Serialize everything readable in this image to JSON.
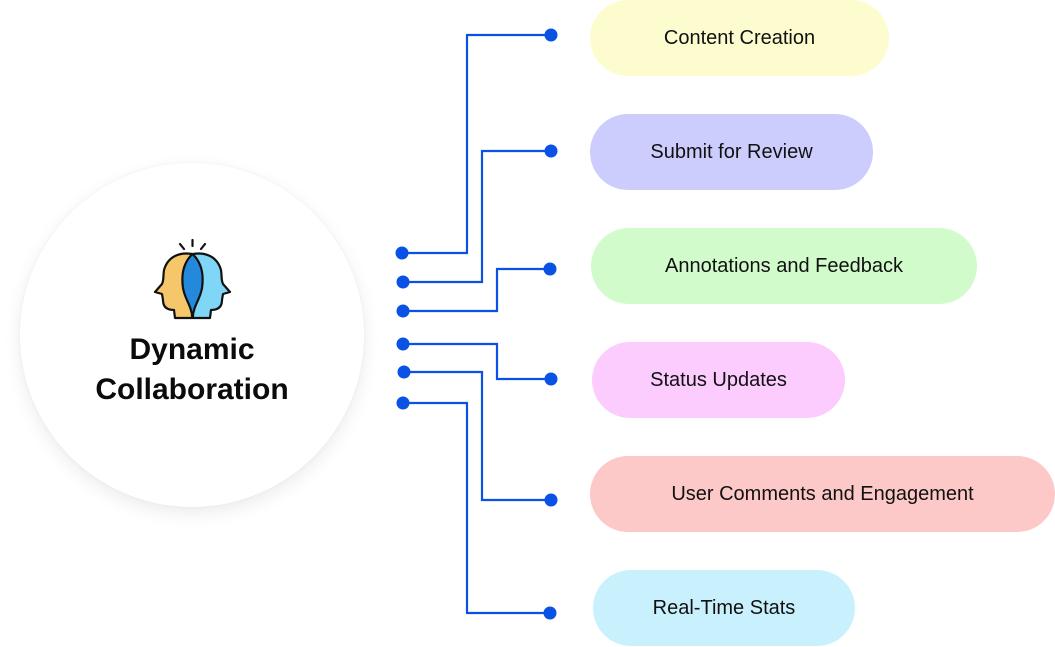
{
  "hub": {
    "title_line1": "Dynamic",
    "title_line2": "Collaboration",
    "icon": "two-heads-collaboration-icon"
  },
  "connector_color": "#0a52e6",
  "steps": [
    {
      "label": "Content Creation",
      "color": "#fdfcce"
    },
    {
      "label": "Submit for Review",
      "color": "#cccdfd"
    },
    {
      "label": "Annotations and Feedback",
      "color": "#d1fbcb"
    },
    {
      "label": "Status Updates",
      "color": "#fbccfd"
    },
    {
      "label": "User Comments and Engagement",
      "color": "#fdc8c8"
    },
    {
      "label": "Real-Time Stats",
      "color": "#c9f0fd"
    }
  ]
}
